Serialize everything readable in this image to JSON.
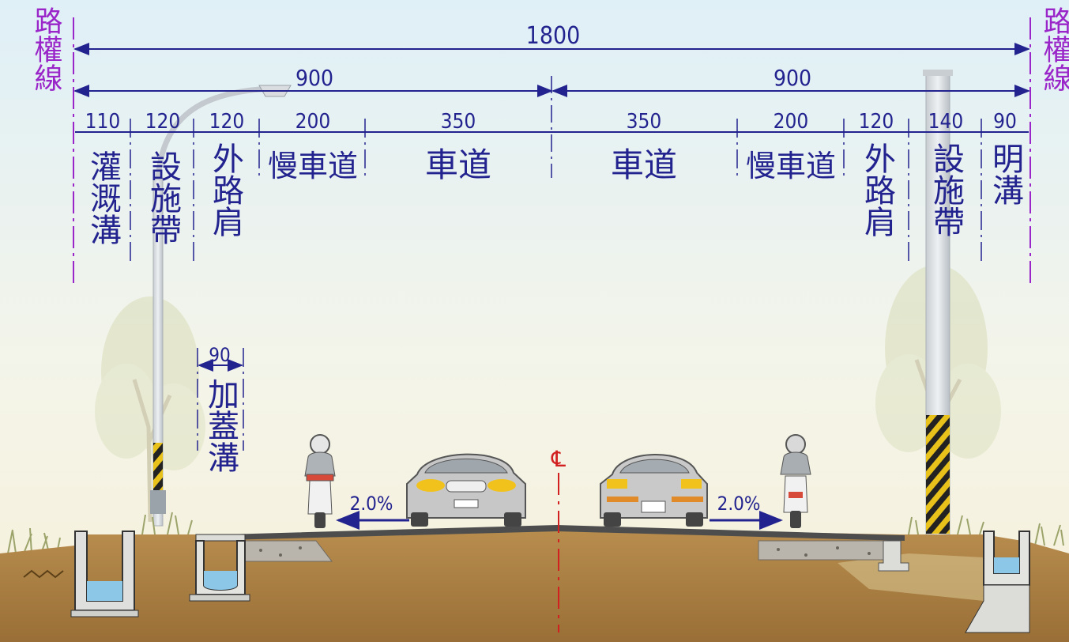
{
  "diagram": {
    "row_lines": {
      "left": "路權線",
      "right": "路權線"
    },
    "total": {
      "value": "1800"
    },
    "halves": [
      {
        "value": "900"
      },
      {
        "value": "900"
      }
    ],
    "left_segments": [
      {
        "value": "110",
        "label": "灌溉溝"
      },
      {
        "value": "120",
        "label": "設施帶"
      },
      {
        "value": "120",
        "label": "外路肩"
      },
      {
        "value": "200",
        "label": "慢車道"
      },
      {
        "value": "350",
        "label": "車道"
      }
    ],
    "right_segments": [
      {
        "value": "350",
        "label": "車道"
      },
      {
        "value": "200",
        "label": "慢車道"
      },
      {
        "value": "120",
        "label": "外路肩"
      },
      {
        "value": "140",
        "label": "設施帶"
      },
      {
        "value": "90",
        "label": "明溝"
      }
    ],
    "covered_ditch": {
      "value": "90",
      "label": "加蓋溝"
    },
    "slopes": {
      "left": "2.0%",
      "right": "2.0%"
    },
    "centerline_symbol": "℄",
    "colors": {
      "dimension": "#23238f",
      "row_line": "#9a25c8",
      "centerline": "#d21f1f",
      "soil": "#a2783f",
      "sky_top": "#e3f1f7",
      "sky_bottom": "#f6f2de",
      "asphalt": "#4d4d4d"
    }
  }
}
